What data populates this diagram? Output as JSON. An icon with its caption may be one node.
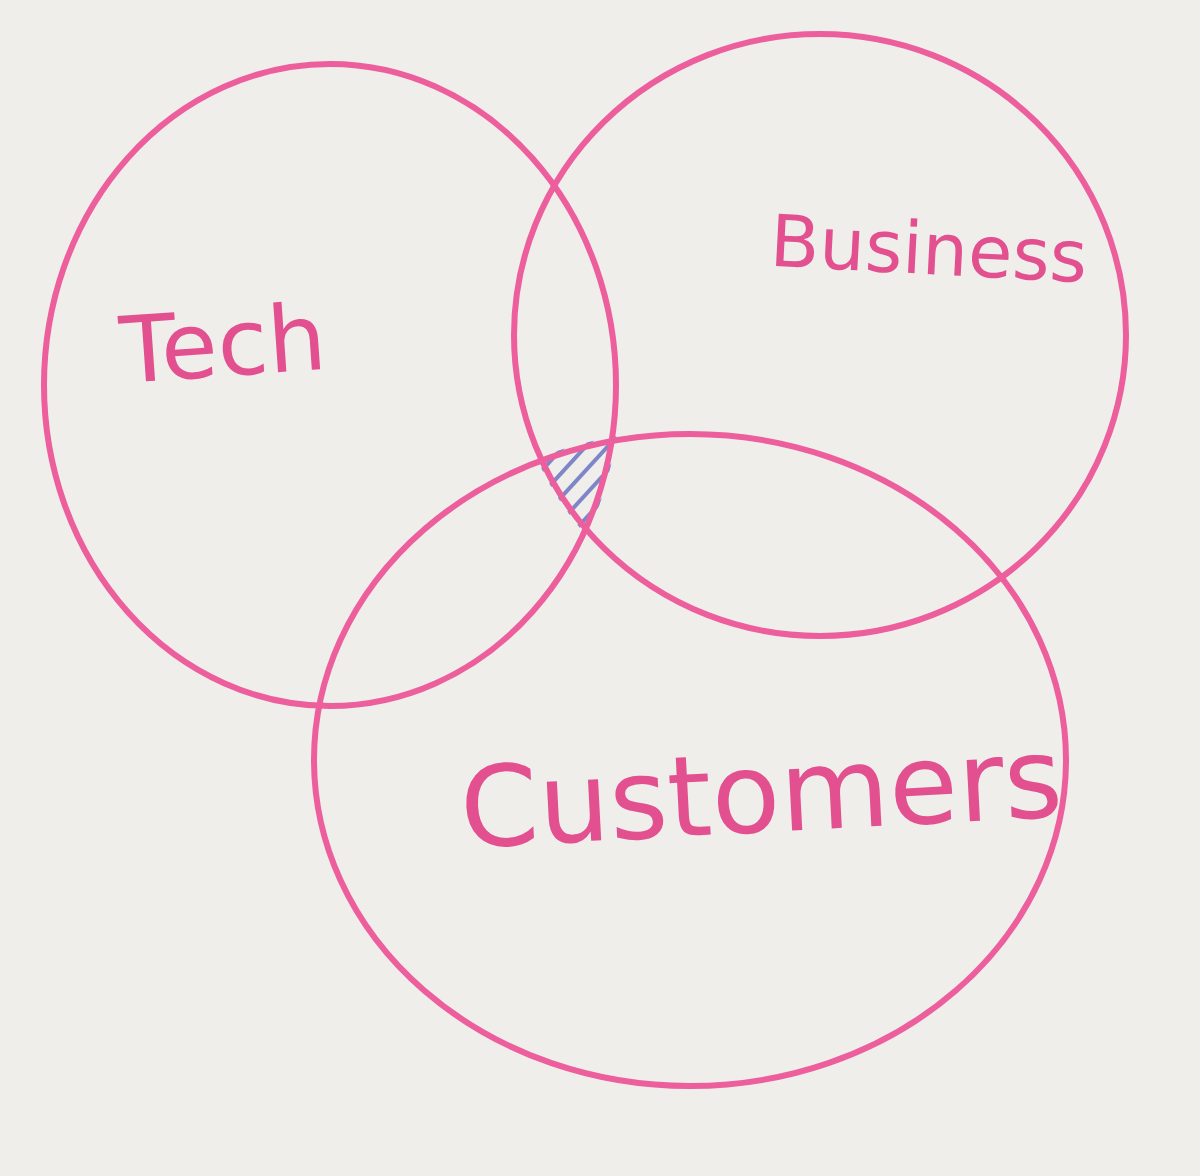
{
  "diagram": {
    "nodes": [
      {
        "text": [
          "Tech"
        ]
      },
      {
        "text": [
          "Business"
        ]
      },
      {
        "text": [
          "Customers"
        ]
      }
    ]
  }
}
